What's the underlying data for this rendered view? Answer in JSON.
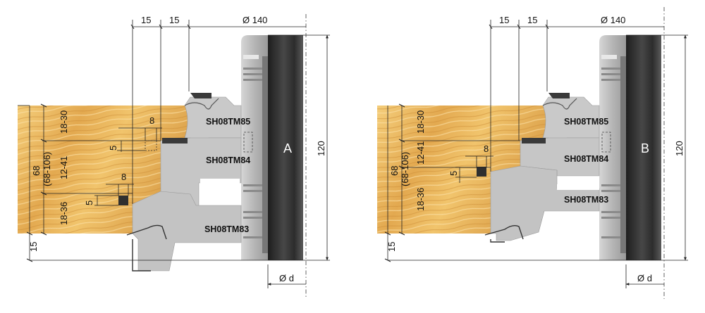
{
  "colors": {
    "wood_light": "#f2c56c",
    "wood_dark": "#d99a3a",
    "steel": "#bfbfbf",
    "steel_dark": "#8d8d8d",
    "arbor_dark": "#2a2a2a",
    "arbor_light": "#6f6f6f"
  },
  "diagrams": [
    {
      "letter": "A",
      "dims": {
        "top_a": "15",
        "top_b": "15",
        "diameter": "Ø 140",
        "height_total": "120",
        "bottom_gap": "15",
        "thickness": "68",
        "thickness_range": "(68-106)",
        "zone_top": "18-30",
        "zone_mid": "12-41",
        "zone_bottom": "18-36",
        "slot_width_upper": "8",
        "slot_depth_upper": "5",
        "slot_width_lower": "8",
        "slot_depth_lower": "5",
        "bore": "Ø d"
      },
      "cutters": [
        "SH08TM85",
        "SH08TM84",
        "SH08TM83"
      ]
    },
    {
      "letter": "B",
      "dims": {
        "top_a": "15",
        "top_b": "15",
        "diameter": "Ø 140",
        "height_total": "120",
        "bottom_gap": "15",
        "thickness": "68",
        "thickness_range": "(68-106)",
        "zone_top": "18-30",
        "zone_mid": "12-41",
        "zone_bottom": "18-36",
        "slot_width": "8",
        "slot_depth": "5",
        "bore": "Ø d"
      },
      "cutters": [
        "SH08TM85",
        "SH08TM84",
        "SH08TM83"
      ]
    }
  ]
}
